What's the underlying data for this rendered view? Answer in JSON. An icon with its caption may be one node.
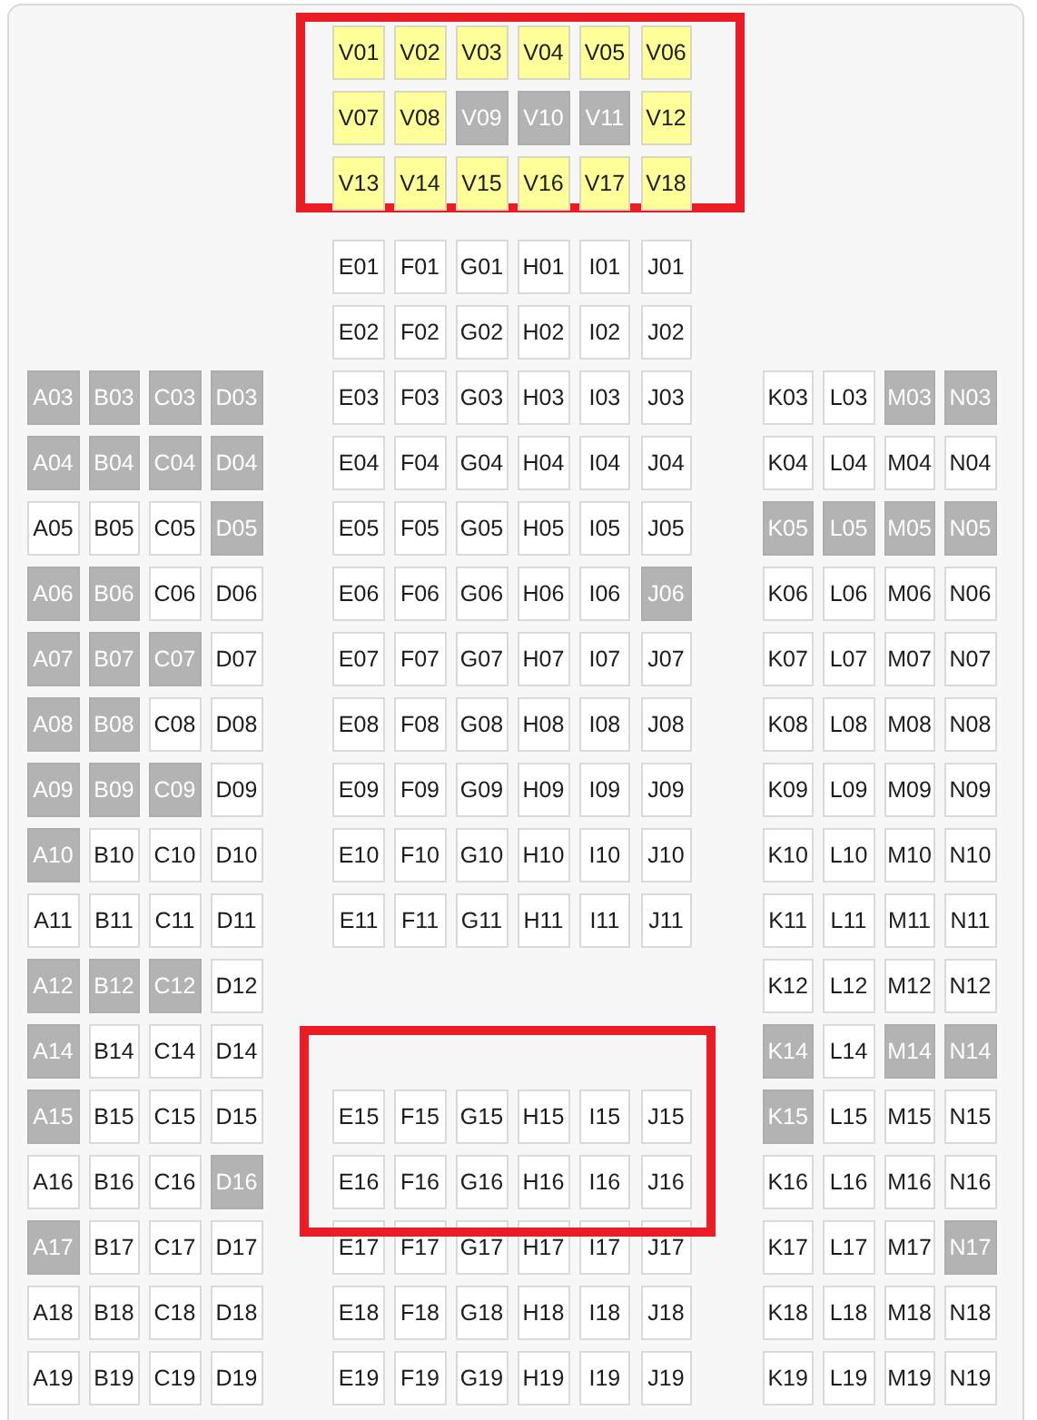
{
  "diagram": {
    "nodes": [
      {
        "text": [],
        "shape": "box"
      },
      {
        "text": [
          "V01"
        ],
        "in": 0
      },
      {
        "text": [
          "V02"
        ],
        "in": 0
      },
      {
        "text": [
          "V03"
        ],
        "in": 0
      },
      {
        "text": [
          "V04"
        ],
        "in": 0
      },
      {
        "text": [
          "V05"
        ],
        "in": 0
      },
      {
        "text": [
          "V06"
        ],
        "in": 0
      },
      {
        "text": [
          "V07"
        ],
        "in": 0
      },
      {
        "text": [
          "V08"
        ],
        "in": 0
      },
      {
        "text": [
          "V09"
        ],
        "in": 0
      },
      {
        "text": [
          "V10"
        ],
        "in": 0
      },
      {
        "text": [
          "V11"
        ],
        "in": 0
      },
      {
        "text": [
          "V12"
        ],
        "in": 0
      },
      {
        "text": [
          "V13"
        ],
        "in": 0
      },
      {
        "text": [
          "V14"
        ],
        "in": 0
      },
      {
        "text": [
          "V15"
        ],
        "in": 0
      },
      {
        "text": [
          "V16"
        ],
        "in": 0
      },
      {
        "text": [
          "V17"
        ],
        "in": 0
      },
      {
        "text": [
          "V18"
        ],
        "in": 0
      },
      {
        "text": [
          "E01"
        ]
      },
      {
        "text": [
          "F01"
        ]
      },
      {
        "text": [
          "G01"
        ]
      },
      {
        "text": [
          "H01"
        ]
      },
      {
        "text": [
          "I01"
        ]
      },
      {
        "text": [
          "J01"
        ]
      },
      {
        "text": [
          "E02"
        ]
      },
      {
        "text": [
          "F02"
        ]
      },
      {
        "text": [
          "G02"
        ]
      },
      {
        "text": [
          "H02"
        ]
      },
      {
        "text": [
          "I02"
        ]
      },
      {
        "text": [
          "J02"
        ]
      },
      {
        "text": [
          "A03"
        ]
      },
      {
        "text": [
          "B03"
        ]
      },
      {
        "text": [
          "C03"
        ]
      },
      {
        "text": [
          "D03"
        ]
      },
      {
        "text": [
          "E03"
        ]
      },
      {
        "text": [
          "F03"
        ]
      },
      {
        "text": [
          "G03"
        ]
      },
      {
        "text": [
          "H03"
        ]
      },
      {
        "text": [
          "I03"
        ]
      },
      {
        "text": [
          "J03"
        ]
      },
      {
        "text": [
          "K03"
        ]
      },
      {
        "text": [
          "L03"
        ]
      },
      {
        "text": [
          "M03"
        ]
      },
      {
        "text": [
          "N03"
        ]
      },
      {
        "text": [
          "A04"
        ]
      },
      {
        "text": [
          "B04"
        ]
      },
      {
        "text": [
          "C04"
        ]
      },
      {
        "text": [
          "D04"
        ]
      },
      {
        "text": [
          "E04"
        ]
      },
      {
        "text": [
          "F04"
        ]
      },
      {
        "text": [
          "G04"
        ]
      },
      {
        "text": [
          "H04"
        ]
      },
      {
        "text": [
          "I04"
        ]
      },
      {
        "text": [
          "J04"
        ]
      },
      {
        "text": [
          "K04"
        ]
      },
      {
        "text": [
          "L04"
        ]
      },
      {
        "text": [
          "M04"
        ]
      },
      {
        "text": [
          "N04"
        ]
      },
      {
        "text": [
          "A05"
        ]
      },
      {
        "text": [
          "B05"
        ]
      },
      {
        "text": [
          "C05"
        ]
      },
      {
        "text": [
          "D05"
        ]
      },
      {
        "text": [
          "E05"
        ]
      },
      {
        "text": [
          "F05"
        ]
      },
      {
        "text": [
          "G05"
        ]
      },
      {
        "text": [
          "H05"
        ]
      },
      {
        "text": [
          "I05"
        ]
      },
      {
        "text": [
          "J05"
        ]
      },
      {
        "text": [
          "K05"
        ]
      },
      {
        "text": [
          "L05"
        ]
      },
      {
        "text": [
          "M05"
        ]
      },
      {
        "text": [
          "N05"
        ]
      },
      {
        "text": [
          "A06"
        ]
      },
      {
        "text": [
          "B06"
        ]
      },
      {
        "text": [
          "C06"
        ]
      },
      {
        "text": [
          "D06"
        ]
      },
      {
        "text": [
          "E06"
        ]
      },
      {
        "text": [
          "F06"
        ]
      },
      {
        "text": [
          "G06"
        ]
      },
      {
        "text": [
          "H06"
        ]
      },
      {
        "text": [
          "I06"
        ]
      },
      {
        "text": [
          "J06"
        ]
      },
      {
        "text": [
          "K06"
        ]
      },
      {
        "text": [
          "L06"
        ]
      },
      {
        "text": [
          "M06"
        ]
      },
      {
        "text": [
          "N06"
        ]
      },
      {
        "text": [
          "A07"
        ]
      },
      {
        "text": [
          "B07"
        ]
      },
      {
        "text": [
          "C07"
        ]
      },
      {
        "text": [
          "D07"
        ]
      },
      {
        "text": [
          "E07"
        ]
      },
      {
        "text": [
          "F07"
        ]
      },
      {
        "text": [
          "G07"
        ]
      },
      {
        "text": [
          "H07"
        ]
      },
      {
        "text": [
          "I07"
        ]
      },
      {
        "text": [
          "J07"
        ]
      },
      {
        "text": [
          "K07"
        ]
      },
      {
        "text": [
          "L07"
        ]
      },
      {
        "text": [
          "M07"
        ]
      },
      {
        "text": [
          "N07"
        ]
      },
      {
        "text": [
          "A08"
        ]
      },
      {
        "text": [
          "B08"
        ]
      },
      {
        "text": [
          "C08"
        ]
      },
      {
        "text": [
          "D08"
        ]
      },
      {
        "text": [
          "E08"
        ]
      },
      {
        "text": [
          "F08"
        ]
      },
      {
        "text": [
          "G08"
        ]
      },
      {
        "text": [
          "H08"
        ]
      },
      {
        "text": [
          "I08"
        ]
      },
      {
        "text": [
          "J08"
        ]
      },
      {
        "text": [
          "K08"
        ]
      },
      {
        "text": [
          "L08"
        ]
      },
      {
        "text": [
          "M08"
        ]
      },
      {
        "text": [
          "N08"
        ]
      },
      {
        "text": [
          "A09"
        ]
      },
      {
        "text": [
          "B09"
        ]
      },
      {
        "text": [
          "C09"
        ]
      },
      {
        "text": [
          "D09"
        ]
      },
      {
        "text": [
          "E09"
        ]
      },
      {
        "text": [
          "F09"
        ]
      },
      {
        "text": [
          "G09"
        ]
      },
      {
        "text": [
          "H09"
        ]
      },
      {
        "text": [
          "I09"
        ]
      },
      {
        "text": [
          "J09"
        ]
      },
      {
        "text": [
          "K09"
        ]
      },
      {
        "text": [
          "L09"
        ]
      },
      {
        "text": [
          "M09"
        ]
      },
      {
        "text": [
          "N09"
        ]
      },
      {
        "text": [
          "A10"
        ]
      },
      {
        "text": [
          "B10"
        ]
      },
      {
        "text": [
          "C10"
        ]
      },
      {
        "text": [
          "D10"
        ]
      },
      {
        "text": [
          "E10"
        ]
      },
      {
        "text": [
          "F10"
        ]
      },
      {
        "text": [
          "G10"
        ]
      },
      {
        "text": [
          "H10"
        ]
      },
      {
        "text": [
          "I10"
        ]
      },
      {
        "text": [
          "J10"
        ]
      },
      {
        "text": [
          "K10"
        ]
      },
      {
        "text": [
          "L10"
        ]
      },
      {
        "text": [
          "M10"
        ]
      },
      {
        "text": [
          "N10"
        ]
      },
      {
        "text": [
          "A11"
        ]
      },
      {
        "text": [
          "B11"
        ]
      },
      {
        "text": [
          "C11"
        ]
      },
      {
        "text": [
          "D11"
        ]
      },
      {
        "text": [
          "E11"
        ]
      },
      {
        "text": [
          "F11"
        ]
      },
      {
        "text": [
          "G11"
        ]
      },
      {
        "text": [
          "H11"
        ]
      },
      {
        "text": [
          "I11"
        ]
      },
      {
        "text": [
          "J11"
        ]
      },
      {
        "text": [
          "K11"
        ]
      },
      {
        "text": [
          "L11"
        ]
      },
      {
        "text": [
          "M11"
        ]
      },
      {
        "text": [
          "N11"
        ]
      },
      {
        "text": [
          "A12"
        ]
      },
      {
        "text": [
          "B12"
        ]
      },
      {
        "text": [
          "C12"
        ]
      },
      {
        "text": [
          "D12"
        ]
      },
      {
        "text": [
          "K12"
        ]
      },
      {
        "text": [
          "L12"
        ]
      },
      {
        "text": [
          "M12"
        ]
      },
      {
        "text": [
          "N12"
        ]
      },
      {
        "text": [
          "A14"
        ]
      },
      {
        "text": [
          "B14"
        ]
      },
      {
        "text": [
          "C14"
        ]
      },
      {
        "text": [
          "D14"
        ]
      },
      {
        "text": [
          "K14"
        ]
      },
      {
        "text": [
          "L14"
        ]
      },
      {
        "text": [
          "M14"
        ]
      },
      {
        "text": [
          "N14"
        ]
      },
      {
        "text": [],
        "shape": "box"
      },
      {
        "text": [
          "A15"
        ]
      },
      {
        "text": [
          "B15"
        ]
      },
      {
        "text": [
          "C15"
        ]
      },
      {
        "text": [
          "D15"
        ]
      },
      {
        "text": [
          "E15"
        ],
        "in": 173
      },
      {
        "text": [
          "F15"
        ],
        "in": 173
      },
      {
        "text": [
          "G15"
        ],
        "in": 173
      },
      {
        "text": [
          "H15"
        ],
        "in": 173
      },
      {
        "text": [
          "I15"
        ],
        "in": 173
      },
      {
        "text": [
          "J15"
        ],
        "in": 173
      },
      {
        "text": [
          "K15"
        ]
      },
      {
        "text": [
          "L15"
        ]
      },
      {
        "text": [
          "M15"
        ]
      },
      {
        "text": [
          "N15"
        ]
      },
      {
        "text": [
          "A16"
        ]
      },
      {
        "text": [
          "B16"
        ]
      },
      {
        "text": [
          "C16"
        ]
      },
      {
        "text": [
          "D16"
        ]
      },
      {
        "text": [
          "E16"
        ],
        "in": 173
      },
      {
        "text": [
          "F16"
        ],
        "in": 173
      },
      {
        "text": [
          "G16"
        ],
        "in": 173
      },
      {
        "text": [
          "H16"
        ],
        "in": 173
      },
      {
        "text": [
          "I16"
        ],
        "in": 173
      },
      {
        "text": [
          "J16"
        ],
        "in": 173
      },
      {
        "text": [
          "K16"
        ]
      },
      {
        "text": [
          "L16"
        ]
      },
      {
        "text": [
          "M16"
        ]
      },
      {
        "text": [
          "N16"
        ]
      },
      {
        "text": [
          "A17"
        ]
      },
      {
        "text": [
          "B17"
        ]
      },
      {
        "text": [
          "C17"
        ]
      },
      {
        "text": [
          "D17"
        ]
      },
      {
        "text": [
          "E17"
        ]
      },
      {
        "text": [
          "F17"
        ]
      },
      {
        "text": [
          "G17"
        ]
      },
      {
        "text": [
          "H17"
        ]
      },
      {
        "text": [
          "I17"
        ]
      },
      {
        "text": [
          "J17"
        ]
      },
      {
        "text": [
          "K17"
        ]
      },
      {
        "text": [
          "L17"
        ]
      },
      {
        "text": [
          "M17"
        ]
      },
      {
        "text": [
          "N17"
        ]
      },
      {
        "text": [
          "A18"
        ]
      },
      {
        "text": [
          "B18"
        ]
      },
      {
        "text": [
          "C18"
        ]
      },
      {
        "text": [
          "D18"
        ]
      },
      {
        "text": [
          "E18"
        ]
      },
      {
        "text": [
          "F18"
        ]
      },
      {
        "text": [
          "G18"
        ]
      },
      {
        "text": [
          "H18"
        ]
      },
      {
        "text": [
          "I18"
        ]
      },
      {
        "text": [
          "J18"
        ]
      },
      {
        "text": [
          "K18"
        ]
      },
      {
        "text": [
          "L18"
        ]
      },
      {
        "text": [
          "M18"
        ]
      },
      {
        "text": [
          "N18"
        ]
      },
      {
        "text": [
          "A19"
        ]
      },
      {
        "text": [
          "B19"
        ]
      },
      {
        "text": [
          "C19"
        ]
      },
      {
        "text": [
          "D19"
        ]
      },
      {
        "text": [
          "E19"
        ]
      },
      {
        "text": [
          "F19"
        ]
      },
      {
        "text": [
          "G19"
        ]
      },
      {
        "text": [
          "H19"
        ]
      },
      {
        "text": [
          "I19"
        ]
      },
      {
        "text": [
          "J19"
        ]
      },
      {
        "text": [
          "K19"
        ]
      },
      {
        "text": [
          "L19"
        ]
      },
      {
        "text": [
          "M19"
        ]
      },
      {
        "text": [
          "N19"
        ]
      }
    ]
  }
}
